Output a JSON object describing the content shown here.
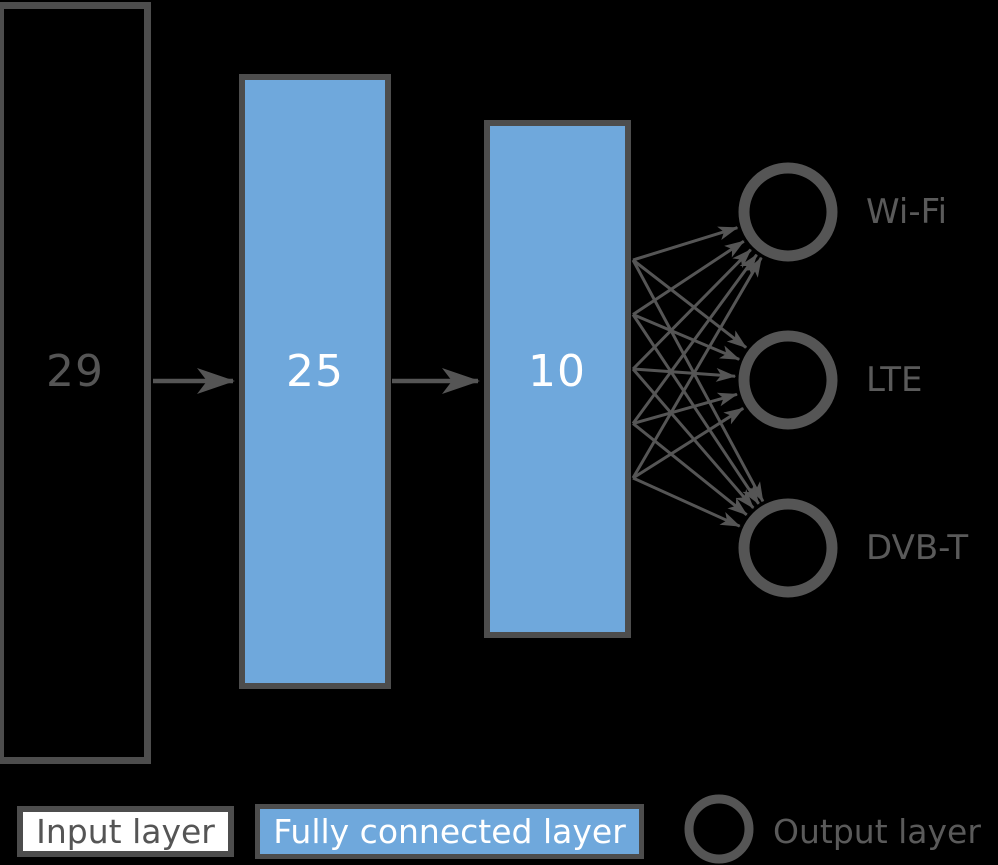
{
  "diagram": {
    "title": "neural-network-architecture",
    "background": "#000000",
    "colors": {
      "fully_connected_fill": "#6fa8dc",
      "box_border": "#4d4d4d",
      "stroke_gray": "#555555",
      "label_gray": "#5a5a5a",
      "white_text": "#ffffff"
    },
    "input_layer": {
      "label": "29"
    },
    "fc_layers": [
      {
        "label": "25"
      },
      {
        "label": "10"
      }
    ],
    "output_layer": {
      "nodes": [
        {
          "label": "Wi-Fi"
        },
        {
          "label": "LTE"
        },
        {
          "label": "DVB-T"
        }
      ]
    },
    "connections": {
      "fan_origin_count": 5,
      "arrows_between_layers": 2
    },
    "legend": {
      "input_label": "Input layer",
      "fully_connected_label": "Fully connected layer",
      "output_label": "Output layer"
    }
  }
}
